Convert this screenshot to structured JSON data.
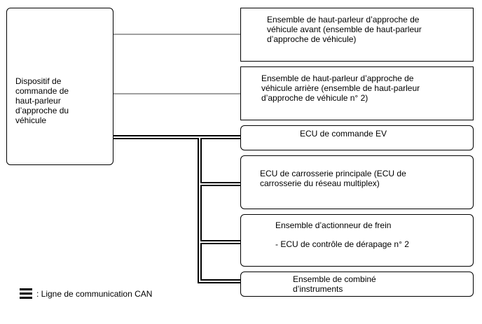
{
  "controller": {
    "label": "Dispositif de\ncommande de\nhaut-parleur\nd’approche du\nvéhicule"
  },
  "boxes": {
    "front_speaker": "Ensemble de haut-parleur d’approche de\nvéhicule avant (ensemble de haut-parleur\nd’approche de véhicule)",
    "rear_speaker": "Ensemble de haut-parleur d’approche de\nvéhicule arrière (ensemble de haut-parleur\nd’approche de véhicule n° 2)",
    "ev_ecu": "ECU de commande EV",
    "body_ecu": "ECU de carrosserie principale (ECU de\ncarrosserie du réseau multiplex)",
    "brake_actuator": "Ensemble d’actionneur de frein",
    "brake_sub": "- ECU de contrôle de dérapage n° 2",
    "combination_meter": "Ensemble de combiné\nd’instruments"
  },
  "legend": {
    "label": ": Ligne de communication CAN"
  }
}
